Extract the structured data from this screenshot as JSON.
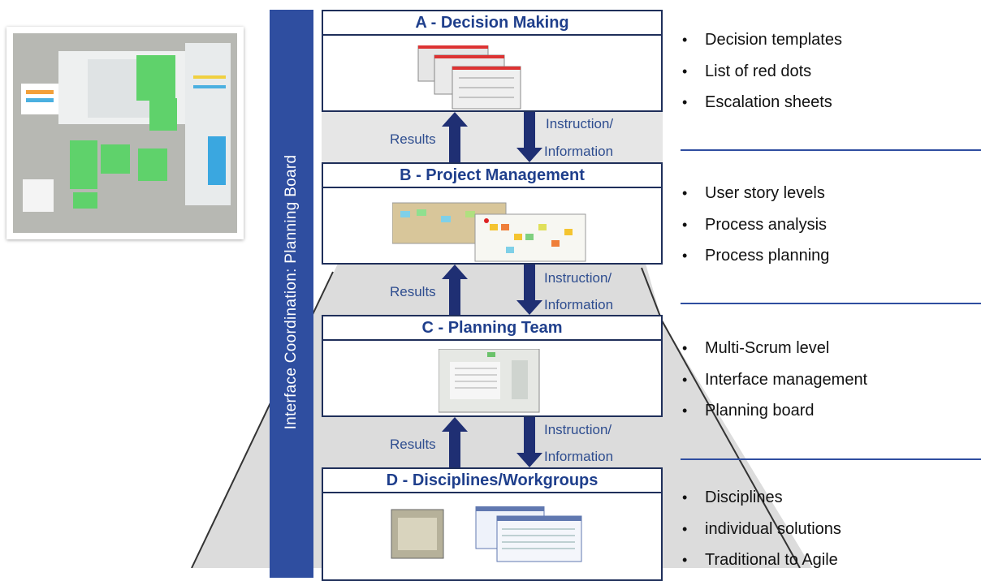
{
  "side_bar": {
    "label": "Interface Coordination:  Planning Board"
  },
  "levels": [
    {
      "title": "A - Decision Making",
      "bullets": [
        "Decision templates",
        "List of red dots",
        "Escalation sheets"
      ]
    },
    {
      "title": "B - Project Management",
      "bullets": [
        "User story levels",
        "Process analysis",
        "Process planning"
      ]
    },
    {
      "title": "C - Planning Team",
      "bullets": [
        "Multi-Scrum level",
        "Interface management",
        "Planning board"
      ]
    },
    {
      "title": "D - Disciplines/Workgroups",
      "bullets": [
        "Disciplines",
        "individual solutions",
        "Traditional to Agile"
      ]
    }
  ],
  "arrows": {
    "up_label": "Results",
    "down_label_line1": "Instruction/",
    "down_label_line2": "Information"
  },
  "colors": {
    "bar": "#2f4ea0",
    "title_text": "#1f3f8c",
    "arrow": "#1f2f73",
    "pyramid_fill": "#dcdcdc"
  }
}
